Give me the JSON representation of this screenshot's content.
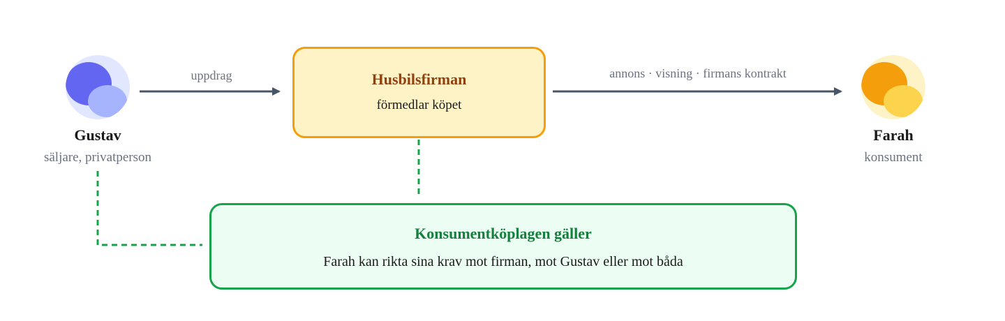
{
  "seller": {
    "name": "Gustav",
    "role": "säljare, privatperson",
    "avatar_icon": "person-avatar-icon",
    "colors": {
      "bg": "#e0e7ff",
      "main": "#6366f1",
      "accent": "#a5b4fc"
    }
  },
  "firm": {
    "title": "Husbilsfirman",
    "subtitle": "förmedlar köpet",
    "colors": {
      "fill": "#fef3c7",
      "border": "#f59e0b",
      "title": "#92400e"
    }
  },
  "buyer": {
    "name": "Farah",
    "role": "konsument",
    "avatar_icon": "person-avatar-icon",
    "colors": {
      "bg": "#fef3c7",
      "main": "#f59e0b",
      "accent": "#fcd34d"
    }
  },
  "edges": {
    "seller_to_firm": "uppdrag",
    "firm_to_buyer": "annons · visning · firmans kontrakt"
  },
  "law": {
    "title": "Konsumentköplagen gäller",
    "text": "Farah kan rikta sina krav mot firman, mot Gustav eller mot båda",
    "colors": {
      "fill": "#ecfdf3",
      "border": "#16a34a",
      "title": "#15803d"
    }
  }
}
